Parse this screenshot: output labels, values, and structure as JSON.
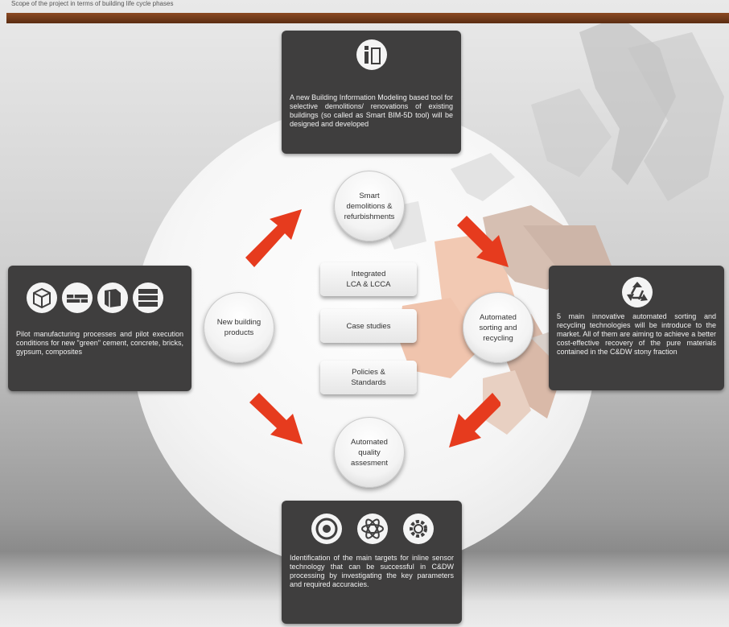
{
  "header": {
    "caption": "Scope of the project in terms of building life cycle phases"
  },
  "boxes": {
    "top": "A new Building Information Modeling based tool for selective demolitions/ renovations of existing buildings (so called as Smart BIM-5D tool) will be designed and developed",
    "left": "Pilot manufacturing processes and pilot execution conditions for new \"green\" cement, concrete, bricks, gypsum, composites",
    "right": "5 main innovative automated sorting and recycling technologies will be introduce to the market. All of them are aiming to achieve a better cost-effective recovery of the pure materials contained in the C&DW stony fraction",
    "bottom": "Identification of the main targets for inline sensor technology that can be successful in C&DW processing by investigating the key parameters and required accuracies."
  },
  "nodes": {
    "top": "Smart demolitions & refurbishments",
    "right": "Automated sorting and recycling",
    "bottom": "Automated quality assesment",
    "left": "New building products"
  },
  "pills": {
    "one": "Integrated LCA & LCCA",
    "two": "Case studies",
    "three": "Policies & Standards"
  },
  "colors": {
    "box": "#3f3e3e",
    "arrow": "#e63b1e",
    "band": "#6e3817"
  },
  "icons": [
    "info-icon",
    "cube-icon",
    "bricks-icon",
    "panel-icon",
    "blocks-icon",
    "recycle-icon",
    "target-icon",
    "atom-icon",
    "gear-icon"
  ]
}
